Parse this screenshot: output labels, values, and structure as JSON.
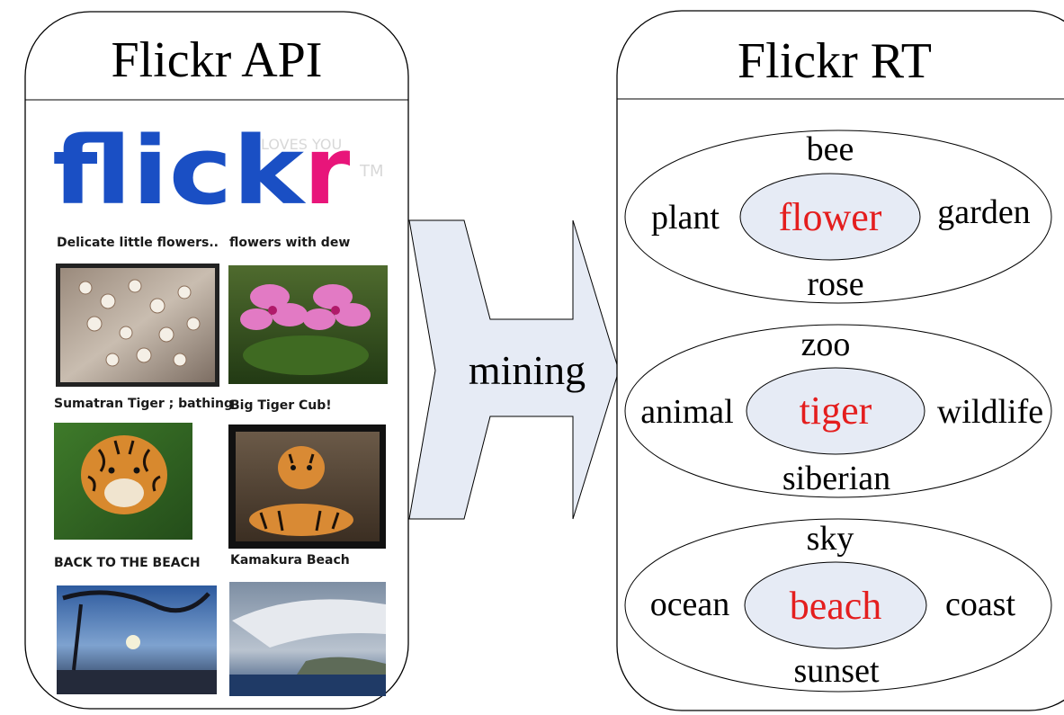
{
  "left_panel": {
    "title": "Flickr API",
    "logo": {
      "text_main": "flick",
      "text_accent": "r",
      "tagline": "LOVES YOU",
      "trademark": "TM"
    },
    "photos": [
      {
        "caption": "Delicate little flowers..",
        "subject": "white-flowers-photo"
      },
      {
        "caption": "flowers with dew",
        "subject": "pink-flowers-photo"
      },
      {
        "caption": "Sumatran Tiger ; bathing",
        "subject": "tiger-photo"
      },
      {
        "caption": "Big Tiger Cub!",
        "subject": "tiger-cub-photo"
      },
      {
        "caption": "BACK TO THE BEACH",
        "subject": "beach-sunset-photo"
      },
      {
        "caption": "Kamakura Beach",
        "subject": "coast-aerial-photo"
      }
    ]
  },
  "arrow": {
    "label": "mining"
  },
  "right_panel": {
    "title": "Flickr RT",
    "clusters": [
      {
        "center": "flower",
        "top": "bee",
        "left": "plant",
        "right": "garden",
        "bottom": "rose"
      },
      {
        "center": "tiger",
        "top": "zoo",
        "left": "animal",
        "right": "wildlife",
        "bottom": "siberian"
      },
      {
        "center": "beach",
        "top": "sky",
        "left": "ocean",
        "right": "coast",
        "bottom": "sunset"
      }
    ]
  },
  "colors": {
    "center_text": "#e41e1e",
    "center_fill": "#e6ebf5",
    "arrow_fill": "#e6ebf5",
    "logo_blue": "#1a4fc4",
    "logo_pink": "#e8157a"
  }
}
